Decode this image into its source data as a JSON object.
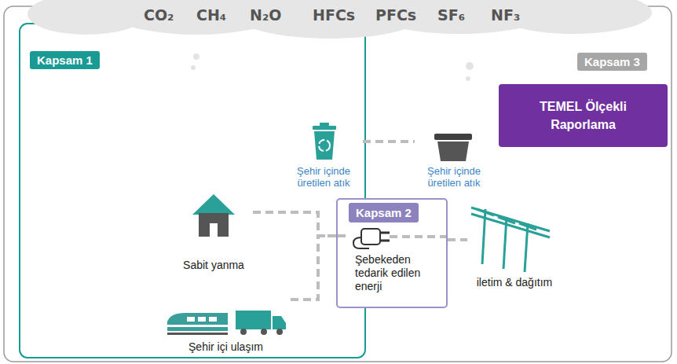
{
  "diagram": {
    "nodes": [
      {
        "text": [
          "Kapsam 3"
        ]
      },
      {
        "text": [
          "Kapsam 1"
        ],
        "in": 0
      },
      {
        "text": [
          "Şehir içinde üretilen atık"
        ],
        "in": 1
      },
      {
        "text": [
          "Sabit yanma"
        ],
        "in": 1
      },
      {
        "text": [
          "Şehir içi ulaşım"
        ],
        "in": 1
      },
      {
        "text": [
          "Kapsam 2",
          "Şebekeden tedarik edilen enerji"
        ],
        "in": 0
      },
      {
        "text": [
          "Şehir içinde üretilen atık"
        ],
        "in": 0
      },
      {
        "text": [
          "iletim & dağıtım"
        ],
        "in": 0
      },
      {
        "text": [
          "TEMEL Ölçekli Raporlama"
        ],
        "in": 0
      }
    ],
    "edges": [
      {
        "from": 2,
        "to": 6,
        "arrow": "none"
      },
      {
        "from": 3,
        "to": 5,
        "arrow": "none"
      },
      {
        "from": 4,
        "to": 5,
        "arrow": "none"
      },
      {
        "from": 5,
        "to": 7,
        "arrow": "none"
      }
    ],
    "labels": [
      "CO₂",
      "CH₄",
      "N₂O",
      "HFCs",
      "PFCs",
      "SF₆",
      "NF₃"
    ]
  }
}
